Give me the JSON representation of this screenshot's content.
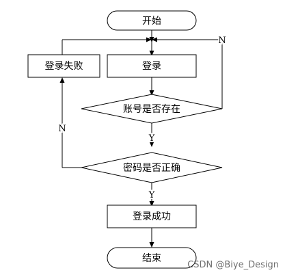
{
  "nodes": {
    "start": "开始",
    "login": "登录",
    "login_failed": "登录失败",
    "account_exists": "账号是否存在",
    "password_correct": "密码是否正确",
    "login_success": "登录成功",
    "end": "结束"
  },
  "branches": {
    "account_no": "N",
    "account_yes": "Y",
    "password_no": "N",
    "password_yes": "Y"
  },
  "watermark": "CSDN @Biye_Design"
}
